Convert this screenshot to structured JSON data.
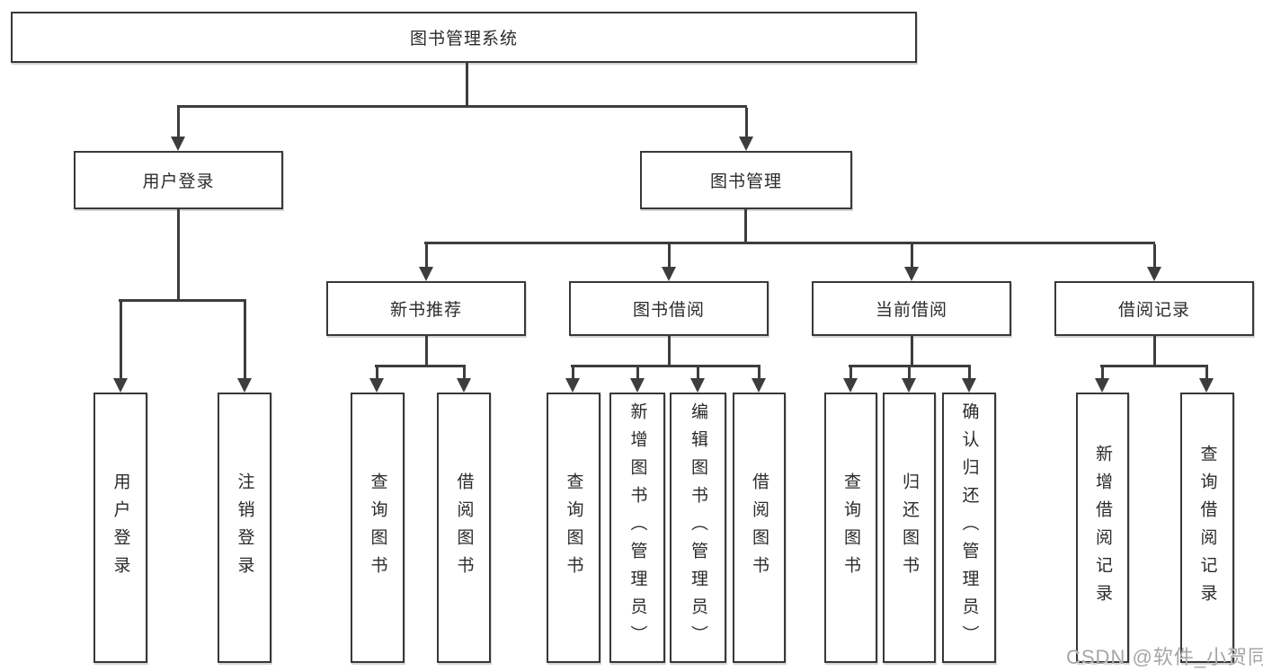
{
  "tree": {
    "root": {
      "label": "图书管理系统",
      "children": [
        {
          "label": "用户登录",
          "children": [
            {
              "label": "用户登录"
            },
            {
              "label": "注销登录"
            }
          ]
        },
        {
          "label": "图书管理",
          "children": [
            {
              "label": "新书推荐",
              "children": [
                {
                  "label": "查询图书"
                },
                {
                  "label": "借阅图书"
                }
              ]
            },
            {
              "label": "图书借阅",
              "children": [
                {
                  "label": "查询图书"
                },
                {
                  "label": "新增图书（管理员）"
                },
                {
                  "label": "编辑图书（管理员）"
                },
                {
                  "label": "借阅图书"
                }
              ]
            },
            {
              "label": "当前借阅",
              "children": [
                {
                  "label": "查询图书"
                },
                {
                  "label": "归还图书"
                },
                {
                  "label": "确认归还（管理员）"
                }
              ]
            },
            {
              "label": "借阅记录",
              "children": [
                {
                  "label": "新增借阅记录"
                },
                {
                  "label": "查询借阅记录"
                }
              ]
            }
          ]
        }
      ]
    },
    "watermark": "CSDN @软件_小贺同学",
    "colors": {
      "line": "#3d3d3d",
      "text": "#2b2b2b",
      "watermark": "#a6a6a6"
    }
  }
}
